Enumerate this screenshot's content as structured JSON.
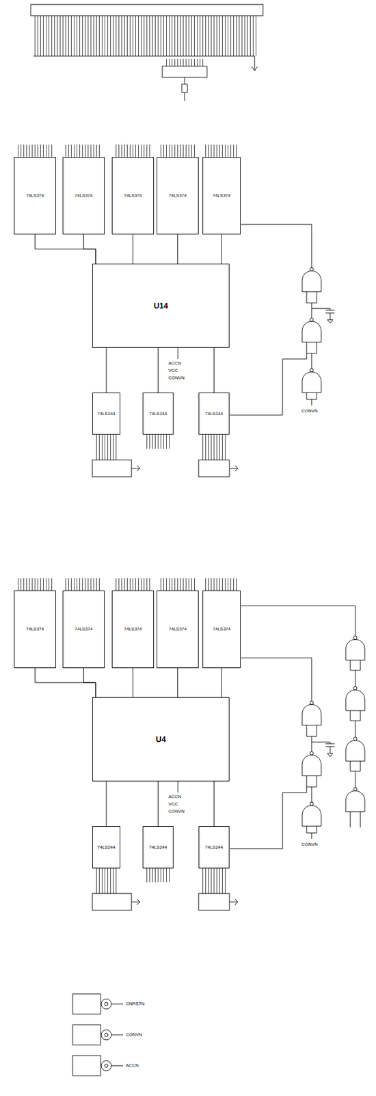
{
  "diagram": {
    "nodes": [
      {
        "text": [
          "74LS374"
        ]
      },
      {
        "text": [
          "74LS374"
        ]
      },
      {
        "text": [
          "74LS374"
        ]
      },
      {
        "text": [
          "74LS374"
        ]
      },
      {
        "text": [
          "74LS374"
        ]
      },
      {
        "text": [
          "U14"
        ]
      },
      {
        "text": [
          "74LS244"
        ]
      },
      {
        "text": [
          "74LS244"
        ]
      },
      {
        "text": [
          "74LS244"
        ]
      },
      {
        "text": [
          "74LS374"
        ]
      },
      {
        "text": [
          "74LS374"
        ]
      },
      {
        "text": [
          "74LS374"
        ]
      },
      {
        "text": [
          "74LS374"
        ]
      },
      {
        "text": [
          "74LS374"
        ]
      },
      {
        "text": [
          "U4"
        ]
      },
      {
        "text": [
          "74LS244"
        ]
      },
      {
        "text": [
          "74LS244"
        ]
      },
      {
        "text": [
          "74LS244"
        ]
      }
    ],
    "edges": [
      {
        "from": 0,
        "to": 5,
        "arrow": "none"
      },
      {
        "from": 1,
        "to": 5,
        "arrow": "none"
      },
      {
        "from": 2,
        "to": 5,
        "arrow": "none"
      },
      {
        "from": 3,
        "to": 5,
        "arrow": "none"
      },
      {
        "from": 4,
        "to": 5,
        "arrow": "none"
      },
      {
        "from": 6,
        "to": 5,
        "arrow": "none"
      },
      {
        "from": 7,
        "to": 5,
        "arrow": "none"
      },
      {
        "from": 8,
        "to": 5,
        "arrow": "none"
      },
      {
        "from": 9,
        "to": 14,
        "arrow": "none"
      },
      {
        "from": 10,
        "to": 14,
        "arrow": "none"
      },
      {
        "from": 11,
        "to": 14,
        "arrow": "none"
      },
      {
        "from": 12,
        "to": 14,
        "arrow": "none"
      },
      {
        "from": 13,
        "to": 14,
        "arrow": "none"
      },
      {
        "from": 15,
        "to": 14,
        "arrow": "none"
      },
      {
        "from": 16,
        "to": 14,
        "arrow": "none"
      },
      {
        "from": 17,
        "to": 14,
        "arrow": "none"
      }
    ],
    "labels": [
      "ACCN",
      "VCC",
      "CONVN",
      "CONVN",
      "ACCN",
      "VCC",
      "CONVN",
      "CONVN",
      "CNRSTN",
      "CONVN",
      "ACCN"
    ]
  }
}
